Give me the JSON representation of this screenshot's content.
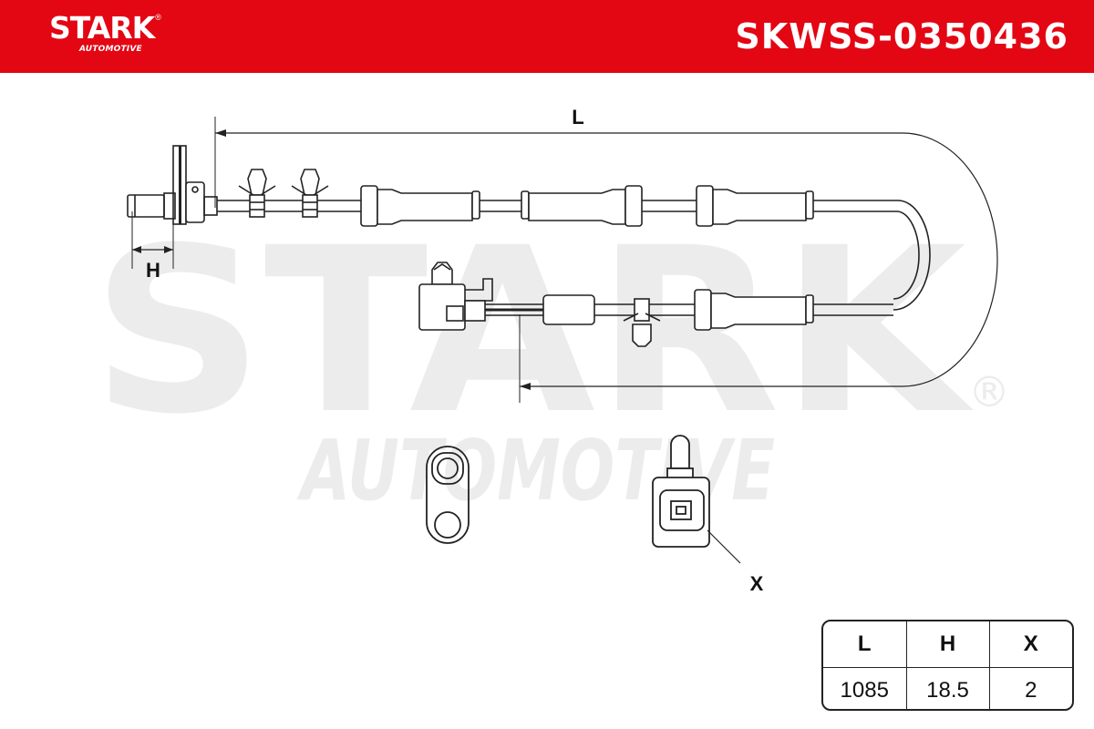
{
  "header": {
    "brand_name": "STARK",
    "brand_registered": "®",
    "brand_sub": "AUTOMOTIVE",
    "part_number": "SKWSS-0350436",
    "accent_color": "#e30613"
  },
  "watermark": {
    "main": "STARK",
    "sub": "AUTOMOTIVE",
    "registered": "®",
    "color": "#ececec"
  },
  "drawing": {
    "dimension_labels": {
      "length": "L",
      "height": "H",
      "connector": "X"
    },
    "icons": [
      "abs-sensor-head-icon",
      "cable-clip-icon",
      "cable-grommet-icon",
      "connector-plug-icon",
      "mounting-bracket-icon",
      "connector-face-icon"
    ]
  },
  "spec_table": {
    "headers": [
      "L",
      "H",
      "X"
    ],
    "values": [
      "1085",
      "18.5",
      "2"
    ]
  }
}
